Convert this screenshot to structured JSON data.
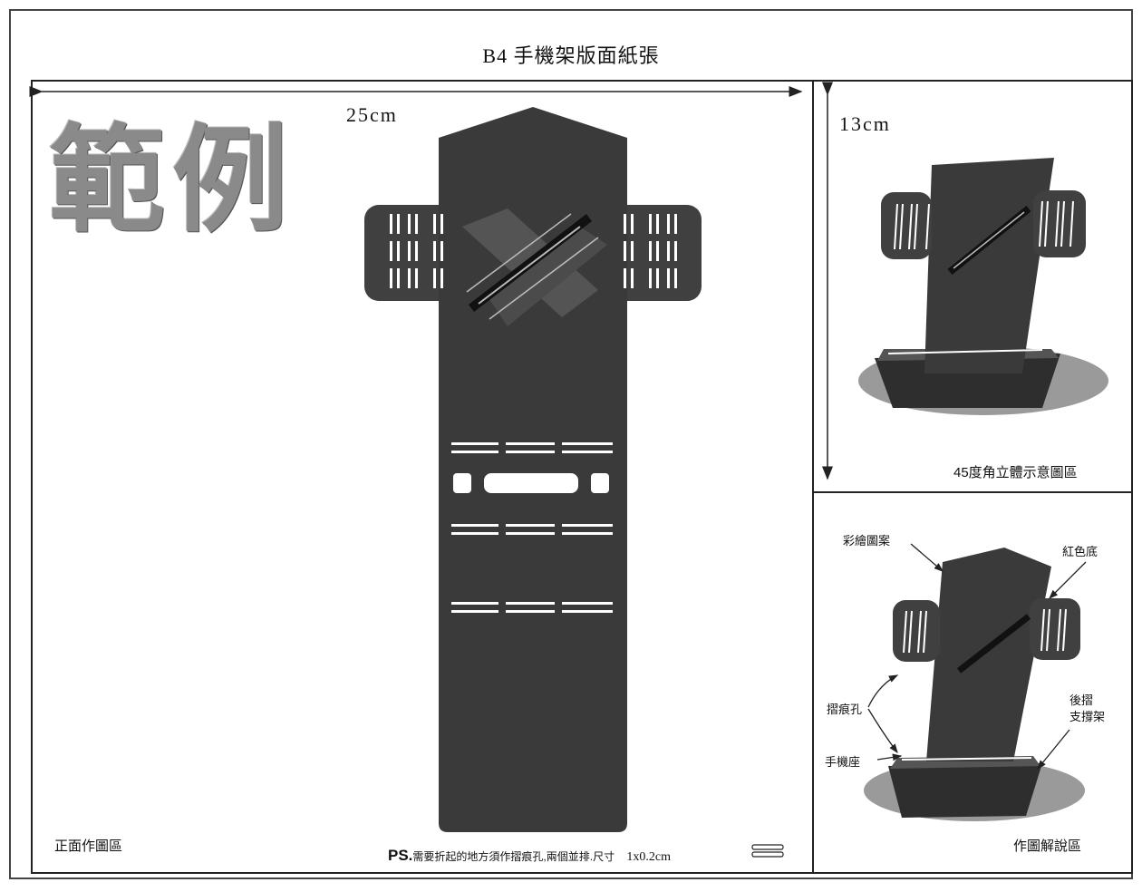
{
  "title": "B4 手機架版面紙張",
  "dim_width": "25cm",
  "dim_height": "13cm",
  "watermark": "範例",
  "panels": {
    "front": "正面作圖區",
    "view45": "45度角立體示意圖區",
    "explain": "作圖解說區"
  },
  "note": {
    "ps": "PS.",
    "text": "需要折起的地方須作摺痕孔,兩個並排.尺寸",
    "size": "1x0.2cm"
  },
  "callouts": {
    "pattern": "彩繪圖案",
    "red_base": "紅色底",
    "crease_hole": "摺痕孔",
    "back_fold": "後摺",
    "support": "支撐架",
    "phone_seat": "手機座"
  },
  "colors": {
    "stand": "#3a3a3a",
    "tab": "#404040",
    "shadow": "#9a9a9a",
    "slot": "#ffffff"
  }
}
